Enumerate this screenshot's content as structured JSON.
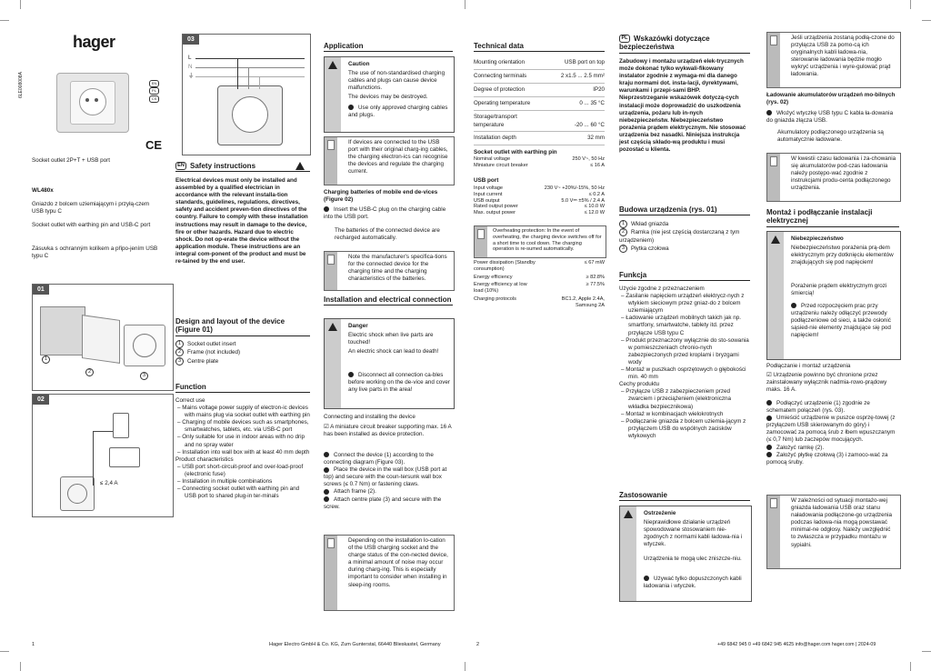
{
  "brand": "hager",
  "col1": {
    "vertical_code": "6LE008008A",
    "product_name": "Socket outlet 2P+T + USB port",
    "model": "WL480x",
    "descs": [
      "Gniazdo z bolcem uziemiającym i przyłą-czem USB typu C",
      "Socket outlet with earthing pin and USB-C port",
      "Zásuvka s ochranným kolíkem a připo-jením USB typu C"
    ],
    "langs": [
      "EN",
      "PL",
      "CS"
    ],
    "fig01": "01",
    "fig02": "02",
    "fig02_label": "≤ 2,4 A",
    "footer_page": "1",
    "footer_company": "Hager Electro GmbH & Co. KG, Zum Gunterstal, 66440 Blieskastel, Germany"
  },
  "col2": {
    "fig03": "03",
    "lines": [
      "L",
      "N",
      "⏚"
    ],
    "safety_tag": "EN",
    "safety_title": "Safety instructions",
    "safety_text": "Electrical devices must only be installed and assembled by a qualified electrician in accordance with the relevant installa-tion standards, guidelines, regulations, directives, safety and accident preven-tion directives of the country. Failure to comply with these installation instructions may result in damage to the device, fire or other hazards. Hazard due to electric shock. Do not op-erate the device without the application module. These instructions are an integral com-ponent of the product and must be re-tained by the end user.",
    "design_title": "Design and layout of the device (Figure 01)",
    "design_items": [
      "Socket outlet insert",
      "Frame (not included)",
      "Centre plate"
    ],
    "function_title": "Function",
    "correct_use": "Correct use",
    "use_items": [
      "Mains voltage power supply of electron-ic devices with mains plug via socket outlet with earthing pin",
      "Charging of mobile devices such as smartphones, smartwatches, tablets, etc. via USB-C port",
      "Only suitable for use in indoor areas with no drip and no spray water",
      "Installation into wall box with at least 40 mm depth"
    ],
    "product_char": "Product characteristics",
    "char_items": [
      "USB port short-circuit-proof and over-load-proof (electronic fuse)",
      "Installation in multiple combinations",
      "Connecting socket outlet with earthing pin and USB port to shared plug-in ter-minals"
    ]
  },
  "col3": {
    "application_title": "Application",
    "caution_title": "Caution",
    "caution_text1": "The use of non-standardised charging cables and plugs can cause device malfunctions.",
    "caution_text2": "The devices may be destroyed.",
    "caution_bullet": "Use only approved charging cables and plugs.",
    "info1": "If devices are connected to the USB port with their original charg-ing cables, the charging electron-ics can recognise the devices and regulate the charging current.",
    "charging_title": "Charging batteries of mobile end de-vices (Figure 02)",
    "charging_bullet": "Insert the USB-C plug on the charging cable into the USB port.",
    "charging_text": "The batteries of the connected device are recharged automatically.",
    "info2": "Note the manufacturer's specifica-tions for the connected device for the charging time and the charging characteristics of the batteries.",
    "install_title": "Installation and electrical connection",
    "danger_title": "Danger",
    "danger_text1": "Electric shock when live parts are touched!",
    "danger_text2": "An electric shock can lead to death!",
    "danger_bullet": "Disconnect all connection ca-bles before working on the de-vice and cover any live parts in the area!",
    "connecting": "Connecting and installing the device",
    "breaker": "A miniature circuit breaker supporting max. 16 A has been installed as device protection.",
    "steps": [
      "Connect the device (1) according to the connecting diagram (Figure 03).",
      "Place the device in the wall box (USB port at top) and secure with the coun-tersunk wall box screws (≤ 0.7 Nm) or fastening claws.",
      "Attach frame (2).",
      "Attach centre plate (3) and secure with the screw."
    ],
    "info3": "Depending on the installation lo-cation of the USB charging socket and the charge status of the con-nected device, a minimal amount of noise may occur during charg-ing. This is especially important to consider when installing in sleep-ing rooms."
  },
  "col4": {
    "tech_title": "Technical data",
    "tech_rows": [
      [
        "Mounting orientation",
        "USB port on top"
      ],
      [
        "Connecting terminals",
        "2 x1.5 ... 2.5 mm²"
      ],
      [
        "Degree of protection",
        "IP20"
      ],
      [
        "Operating temperature",
        "0 ... 35 °C"
      ],
      [
        "Storage/transport temperature",
        "-20 ... 60 °C"
      ],
      [
        "Installation depth",
        "32 mm"
      ]
    ],
    "socket_title": "Socket outlet with earthing pin",
    "socket_rows": [
      [
        "Nominal voltage",
        "250 V~, 50 Hz"
      ],
      [
        "Miniature circuit breaker",
        "≤ 16 A"
      ]
    ],
    "usb_title": "USB port",
    "usb_rows": [
      [
        "Input voltage",
        "230 V~ +20%/-15%, 50 Hz"
      ],
      [
        "Input current",
        "≤ 0.2 A"
      ],
      [
        "USB output",
        "5.0 V⎓ ±5% / 2.4 A"
      ],
      [
        "Rated output power",
        "≤ 10.0 W"
      ],
      [
        "Max. output power",
        "≤ 12.0 W"
      ]
    ],
    "overheat": "Overheating protection: In the event of overheating, the charging device switches off for a short time to cool down. The charging operation is re-sumed automatically.",
    "usb_rows2": [
      [
        "Power dissipation (Standby consumption)",
        "≤ 67 mW"
      ],
      [
        "Energy efficiency",
        "≥ 82.8%"
      ],
      [
        "Energy efficiency at low load (10%)",
        "≥ 77.5%"
      ],
      [
        "Charging protocols",
        "BC1.2, Apple 2.4A, Samsung 2A"
      ]
    ],
    "footer_page": "2"
  },
  "col5": {
    "pl_tag": "PL",
    "safety_title": "Wskazówki dotyczące bezpieczeństwa",
    "safety_text": "Zabudowy i montażu urządzeń elek-trycznych może dokonać tylko wykwali-fikowany instalator zgodnie z wymaga-mi dla danego kraju normami dot. insta-lacji, dyrektywami, warunkami i przepi-sami BHP. Nieprzestrzeganie wskazówek dotyczą-cych instalacji może doprowadzić do uszkodzenia urządzenia, pożaru lub in-nych niebezpieczeństw. Niebezpieczeństwo porażenia prądem elektrycznym. Nie stosować urządzenia bez nasadki. Niniejsza instrukcja jest częścią składo-wą produktu i musi pozostać u klienta.",
    "design_title": "Budowa urządzenia (rys. 01)",
    "design_items": [
      "Wkład gniazda",
      "Ramka (nie jest częścią dostarczaną z tym urządzeniem)",
      "Płytka czołowa"
    ],
    "function_title": "Funkcja",
    "correct_use": "Użycie zgodne z przeznaczeniem",
    "use_items": [
      "Zasilanie napięciem urządzeń elektrycz-nych z wtykiem sieciowym przez gniaz-do z bolcem uziemiającym",
      "Ładowanie urządzeń mobilnych takich jak np. smartfony, smartwatche, tablety itd. przez przyłącze USB typu C",
      "Produkt przeznaczony wyłącznie do sto-sowania w pomieszczeniach chronio-nych zabezpieczonych przed kroplami i bryzgami wody",
      "Montaż w puszkach osprzętowych o głębokości min. 40 mm"
    ],
    "product_char": "Cechy produktu",
    "char_items": [
      "Przyłącze USB z zabezpieczeniem przed zwarciem i przeciążeniem (elektroniczna wkładka bezpiecznikowa)",
      "Montaż w kombinacjach wielokrotnych",
      "Podłączanie gniazda z bolcem uziemia-jącym z przyłączem USB do wspólnych zacisków wtykowych"
    ],
    "app_title": "Zastosowanie",
    "caution_title": "Ostrzeżenie",
    "caution_text1": "Nieprawidłowe działanie urządzeń spowodowane stosowaniem nie-zgodnych z normami kabli ładowa-nia i wtyczek.",
    "caution_text2": "Urządzenia te mogą ulec zniszcze-niu.",
    "caution_bullet": "Używać tylko dopuszczonych kabli ładowania i wtyczek.",
    "footer_phones": "+49 6842 945 0   +49 6842 945 4625   info@hager.com   hager.com | 2024-09"
  },
  "col6": {
    "info1": "Jeśli urządzenia zostaną podłą-czone do przyłącza USB za pomo-cą ich oryginalnych kabli ładowa-nia, sterowanie ładowania będzie mogło wykryć urządzenia i wyre-gulować prąd ładowania.",
    "charging_title": "Ładowanie akumulatorów urządzeń mo-bilnych (rys. 02)",
    "charging_bullet": "Włożyć wtyczkę USB typu C kabla ła-dowania do gniazda złącza USB.",
    "charging_text": "Akumulatory podłączonego urządzenia są automatycznie ładowane.",
    "info2": "W kwestii czasu ładowania i za-chowania się akumulatorów pod-czas ładowania należy postępo-wać zgodnie z instrukcjami produ-centa podłączonego urządzenia.",
    "install_title": "Montaż i podłączanie instalacji elektrycznej",
    "danger_title": "Niebezpieczeństwo",
    "danger_text1": "Niebezpieczeństwo porażenia prą-dem elektrycznym przy dotknięciu elementów znajdujących się pod napięciem!",
    "danger_text2": "Porażenie prądem elektrycznym grozi śmiercią!",
    "danger_bullet": "Przed rozpoczęciem prac przy urządzeniu należy odłączyć przewody podłączeniowe od sieci, a także osłonić sąsied-nie elementy znajdujące się pod napięciem!",
    "connecting": "Podłączanie i montaż urządzenia",
    "breaker": "Urządzenie powinno być chronione przez zainstalowany wyłącznik nadmia-rowo-prądowy maks. 16 A.",
    "steps": [
      "Podłączyć urządzenie (1) zgodnie ze schematem połączeń (rys. 03).",
      "Umieścić urządzenie w puszce osprzę-towej (z przyłączem USB skierowanym do góry) i zamocować za pomocą śrub z łbem wpuszczanym (≤ 0,7 Nm) lub zaczepów mocujących.",
      "Założyć ramkę (2).",
      "Założyć płytkę czołową (3) i zamoco-wać za pomocą śruby."
    ],
    "info3": "W zależności od sytuacji montażo-wej gniazda ładowania USB oraz stanu naładowania podłączone-go urządzenia podczas ładowa-nia mogą powstawać minimal-ne odgłosy. Należy uwzględnić to zwłaszcza w przypadku montażu w sypialni."
  },
  "colors": {
    "text": "#1a1a1a",
    "rule": "#222222",
    "grey": "#bbbbbb"
  }
}
